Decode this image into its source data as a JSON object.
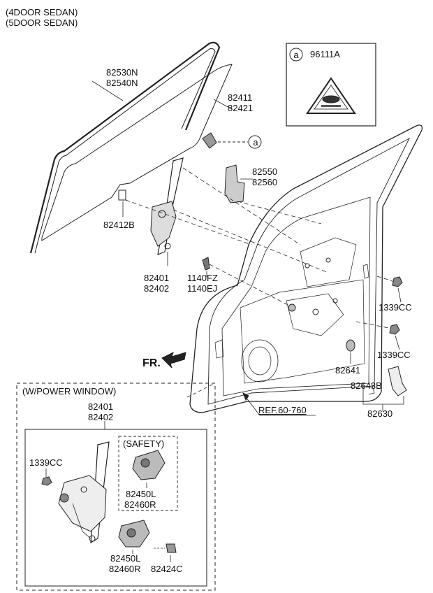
{
  "header": {
    "line1": "(4DOOR SEDAN)",
    "line2": "(5DOOR SEDAN)"
  },
  "parts": {
    "glass_run_a": "82530N",
    "glass_run_b": "82540N",
    "door_glass_a": "82411",
    "door_glass_b": "82421",
    "glass_stopper": "82412B",
    "channel_a": "82550",
    "channel_b": "82560",
    "regulator_a": "82401",
    "regulator_b": "82402",
    "bolt_a": "1140FZ",
    "bolt_b": "1140EJ",
    "nut_upper": "1339CC",
    "nut_lower": "1339CC",
    "grommet": "82641",
    "handle_a": "82643B",
    "handle_b": "82630",
    "reference": "REF.60-760",
    "front_marker": "FR."
  },
  "label_box": {
    "callout": "a",
    "part_no": "96111A"
  },
  "callout_marker": "a",
  "power_window": {
    "title": "(W/POWER WINDOW)",
    "regulator_a": "82401",
    "regulator_b": "82402",
    "nut": "1339CC",
    "safety_title": "(SAFETY)",
    "safety_motor_a": "82450L",
    "safety_motor_b": "82460R",
    "motor_a": "82450L",
    "motor_b": "82460R",
    "connector": "82424C"
  }
}
